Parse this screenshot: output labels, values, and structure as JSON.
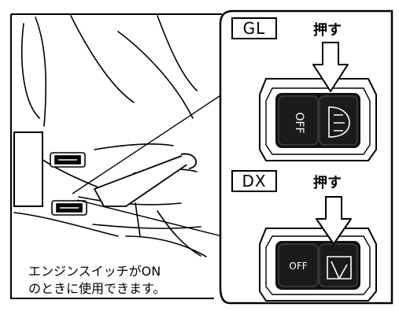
{
  "gl": {
    "tag": "GL",
    "push": "押す",
    "off": "OFF"
  },
  "dx": {
    "tag": "DX",
    "push": "押す",
    "off": "OFF"
  },
  "caption": {
    "line1": "エンジンスイッチがON",
    "line2": "のときに使用できます。"
  },
  "icons": {
    "gl_switch": "rear-defogger-icon",
    "dx_switch": "rear-wiper-icon",
    "arrow": "push-arrow-icon"
  }
}
